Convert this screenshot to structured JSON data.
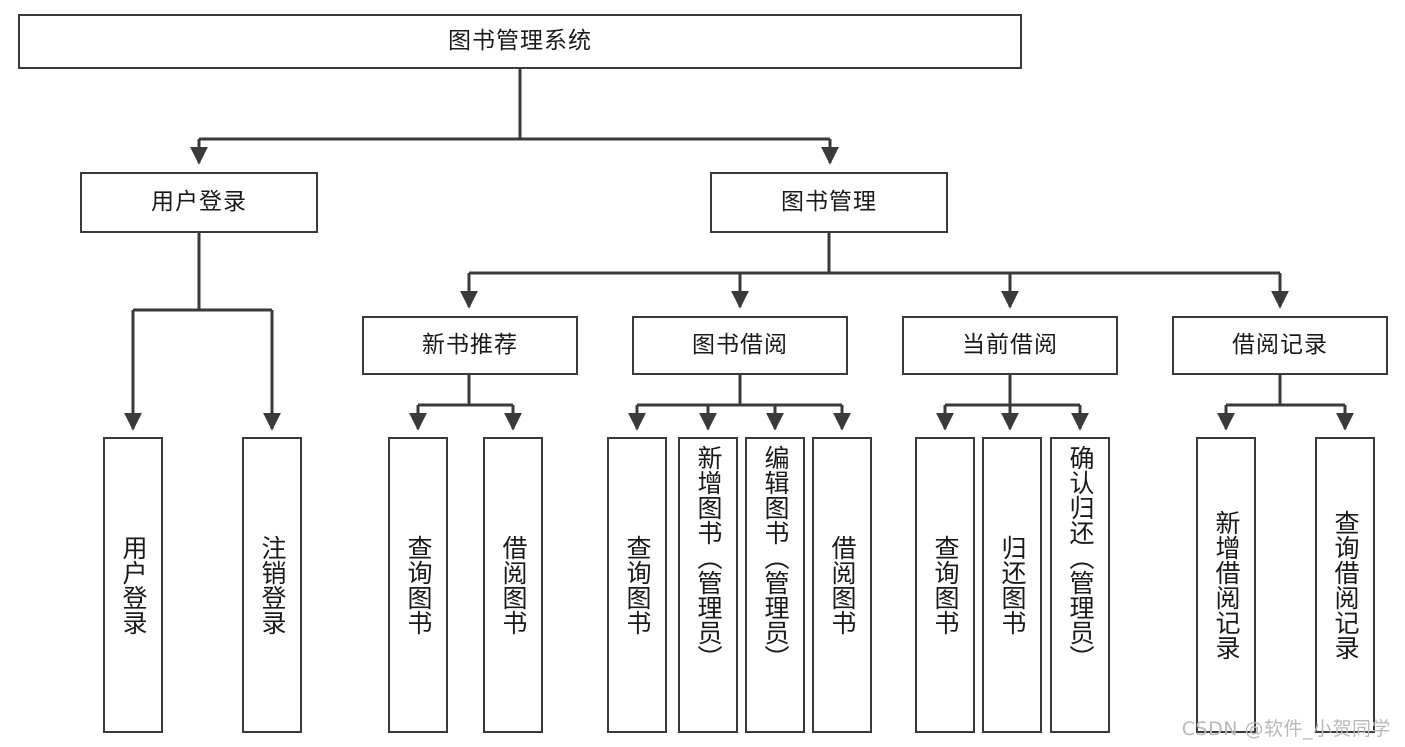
{
  "diagram": {
    "type": "tree-hierarchy",
    "title": "图书管理系统",
    "watermark": "CSDN @软件_小贺同学",
    "colors": {
      "box_border": "#3a3a3a",
      "box_fill": "#ffffff",
      "connector": "#3a3a3a",
      "text": "#1a1a1a",
      "watermark": "#b9b9b9"
    },
    "nodes": {
      "root": {
        "label": "图书管理系统",
        "level": 0
      },
      "l1": [
        {
          "id": "user-login",
          "label": "用户登录",
          "level": 1
        },
        {
          "id": "book-management",
          "label": "图书管理",
          "level": 1
        }
      ],
      "l2": [
        {
          "id": "new-book-recommend",
          "label": "新书推荐",
          "level": 2,
          "parent": "book-management"
        },
        {
          "id": "book-borrow",
          "label": "图书借阅",
          "level": 2,
          "parent": "book-management"
        },
        {
          "id": "current-borrow",
          "label": "当前借阅",
          "level": 2,
          "parent": "book-management"
        },
        {
          "id": "borrow-record",
          "label": "借阅记录",
          "level": 2,
          "parent": "book-management"
        }
      ],
      "leaves": [
        {
          "id": "leaf-user-login",
          "label": "用户登录",
          "parent": "user-login"
        },
        {
          "id": "leaf-logout",
          "label": "注销登录",
          "parent": "user-login"
        },
        {
          "id": "leaf-query-book-1",
          "label": "查询图书",
          "parent": "new-book-recommend"
        },
        {
          "id": "leaf-borrow-book-1",
          "label": "借阅图书",
          "parent": "new-book-recommend"
        },
        {
          "id": "leaf-query-book-2",
          "label": "查询图书",
          "parent": "book-borrow"
        },
        {
          "id": "leaf-add-book",
          "label": "新增图书（管理员）",
          "parent": "book-borrow"
        },
        {
          "id": "leaf-edit-book",
          "label": "编辑图书（管理员）",
          "parent": "book-borrow"
        },
        {
          "id": "leaf-borrow-book-2",
          "label": "借阅图书",
          "parent": "book-borrow"
        },
        {
          "id": "leaf-query-book-3",
          "label": "查询图书",
          "parent": "current-borrow"
        },
        {
          "id": "leaf-return-book",
          "label": "归还图书",
          "parent": "current-borrow"
        },
        {
          "id": "leaf-confirm-return",
          "label": "确认归还（管理员）",
          "parent": "current-borrow"
        },
        {
          "id": "leaf-add-record",
          "label": "新增借阅记录",
          "parent": "borrow-record"
        },
        {
          "id": "leaf-query-record",
          "label": "查询借阅记录",
          "parent": "borrow-record"
        }
      ]
    }
  }
}
